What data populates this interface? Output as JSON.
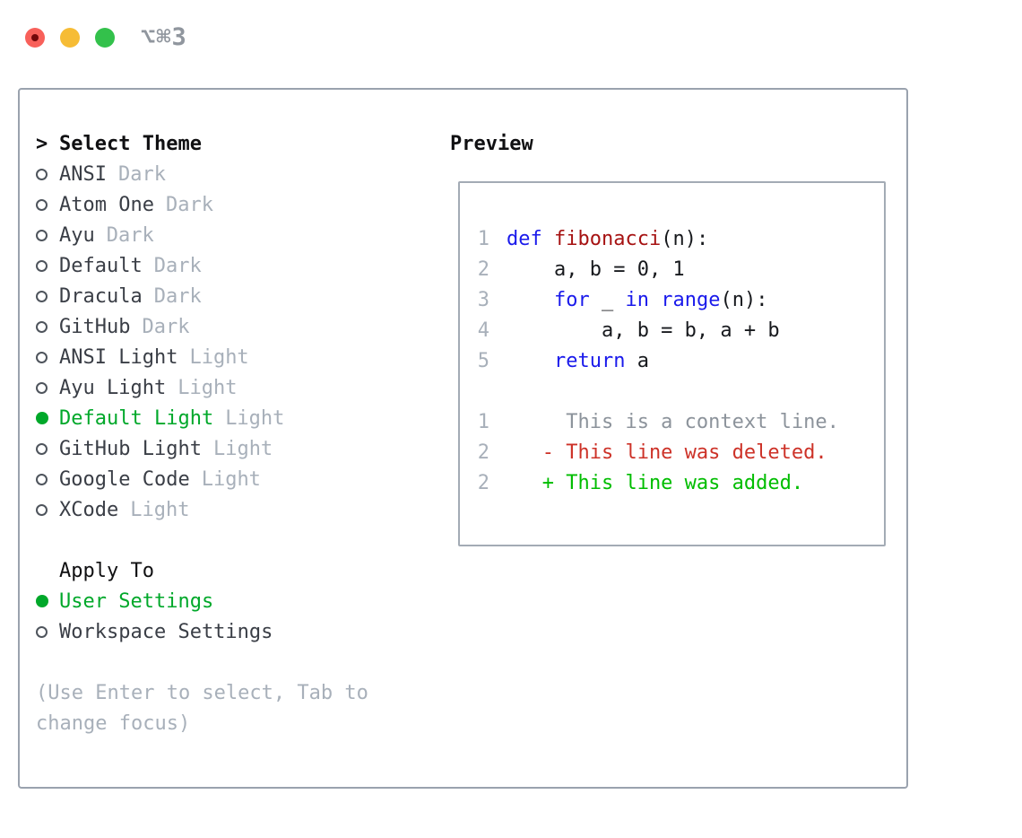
{
  "window": {
    "shortcut": "⌥⌘3",
    "traffic_lights": [
      "close",
      "minimize",
      "zoom"
    ]
  },
  "colors": {
    "ui_green_selected": "#00a82a",
    "diff_added_green": "#00bd00",
    "diff_deleted_red": "#cd3228",
    "keyword_blue": "#1a1aeb",
    "function_dark_red": "#a61212",
    "muted_gray": "#a8b0ba",
    "context_gray": "#8c939b",
    "dark_text": "#3a3e46",
    "panel_border": "#9aa2ae"
  },
  "theme_panel": {
    "header": {
      "marker": ">",
      "label": "Select Theme"
    },
    "themes": [
      {
        "name": "ANSI",
        "variant": "Dark",
        "selected": false
      },
      {
        "name": "Atom One",
        "variant": "Dark",
        "selected": false
      },
      {
        "name": "Ayu",
        "variant": "Dark",
        "selected": false
      },
      {
        "name": "Default",
        "variant": "Dark",
        "selected": false
      },
      {
        "name": "Dracula",
        "variant": "Dark",
        "selected": false
      },
      {
        "name": "GitHub",
        "variant": "Dark",
        "selected": false
      },
      {
        "name": "ANSI Light",
        "variant": "Light",
        "selected": false
      },
      {
        "name": "Ayu Light",
        "variant": "Light",
        "selected": false
      },
      {
        "name": "Default Light",
        "variant": "Light",
        "selected": true
      },
      {
        "name": "GitHub Light",
        "variant": "Light",
        "selected": false
      },
      {
        "name": "Google Code",
        "variant": "Light",
        "selected": false
      },
      {
        "name": "XCode",
        "variant": "Light",
        "selected": false
      }
    ],
    "apply_to": {
      "label": "Apply To",
      "options": [
        {
          "name": "User Settings",
          "selected": true
        },
        {
          "name": "Workspace Settings",
          "selected": false
        }
      ]
    },
    "hint_line1": "(Use Enter to select, Tab to",
    "hint_line2": "change focus)"
  },
  "preview": {
    "label": "Preview",
    "code_lines": [
      {
        "num": "1",
        "segments": [
          {
            "t": "def "
          },
          {
            "t": "fibonacci"
          },
          {
            "t": "(n):"
          }
        ]
      },
      {
        "num": "2",
        "segments": [
          {
            "t": "    a, b = 0, 1"
          }
        ]
      },
      {
        "num": "3",
        "segments": [
          {
            "t": "    "
          },
          {
            "t": "for"
          },
          {
            "t": " _ "
          },
          {
            "t": "in"
          },
          {
            "t": " "
          },
          {
            "t": "range"
          },
          {
            "t": "(n):"
          }
        ]
      },
      {
        "num": "4",
        "segments": [
          {
            "t": "        a, b = b, a + b"
          }
        ]
      },
      {
        "num": "5",
        "segments": [
          {
            "t": "    "
          },
          {
            "t": "return"
          },
          {
            "t": " a"
          }
        ]
      },
      {
        "num": "",
        "segments": []
      },
      {
        "num": "1",
        "segments": [
          {
            "t": "     This is a context line."
          }
        ]
      },
      {
        "num": "2",
        "segments": [
          {
            "t": "   - This line was deleted."
          }
        ]
      },
      {
        "num": "2",
        "segments": [
          {
            "t": "   + This line was added."
          }
        ]
      }
    ]
  }
}
